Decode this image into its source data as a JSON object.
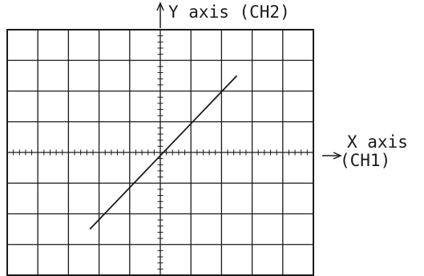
{
  "axes": {
    "y_label": "Y axis (CH2)",
    "x_label_line1": "X axis",
    "x_label_line2": "(CH1)"
  },
  "graticule": {
    "columns": 10,
    "rows": 8,
    "minor_ticks_per_division": 5
  },
  "trace": {
    "x_start_div": -2.3,
    "y_start_div": -2.5,
    "x_end_div": 2.5,
    "y_end_div": 2.5
  }
}
